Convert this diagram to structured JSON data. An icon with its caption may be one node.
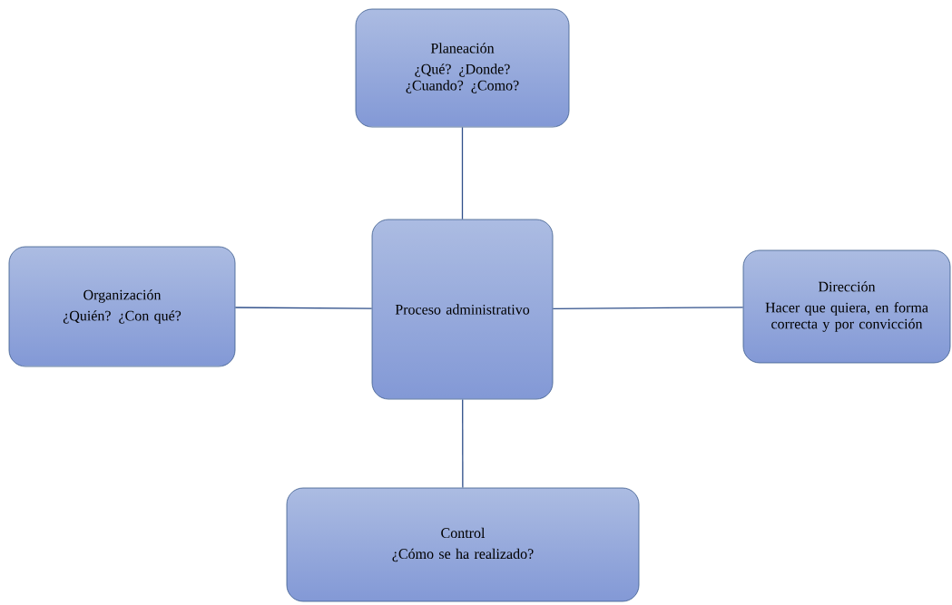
{
  "diagram": {
    "nodes": [
      {
        "text": [
          "Planeación",
          "¿Qué? ¿Donde? ¿Cuando? ¿Como?"
        ]
      },
      {
        "text": [
          "Organización",
          "¿Quién? ¿Con qué?"
        ]
      },
      {
        "text": [
          "Proceso administrativo"
        ]
      },
      {
        "text": [
          "Dirección",
          "Hacer que quiera, en forma correcta y por convicción"
        ]
      },
      {
        "text": [
          "Control",
          "¿Cómo se ha realizado?"
        ]
      }
    ],
    "edges": [
      {
        "from": 2,
        "to": 0,
        "arrow": "none"
      },
      {
        "from": 2,
        "to": 1,
        "arrow": "none"
      },
      {
        "from": 2,
        "to": 3,
        "arrow": "none"
      },
      {
        "from": 2,
        "to": 4,
        "arrow": "none"
      }
    ]
  }
}
